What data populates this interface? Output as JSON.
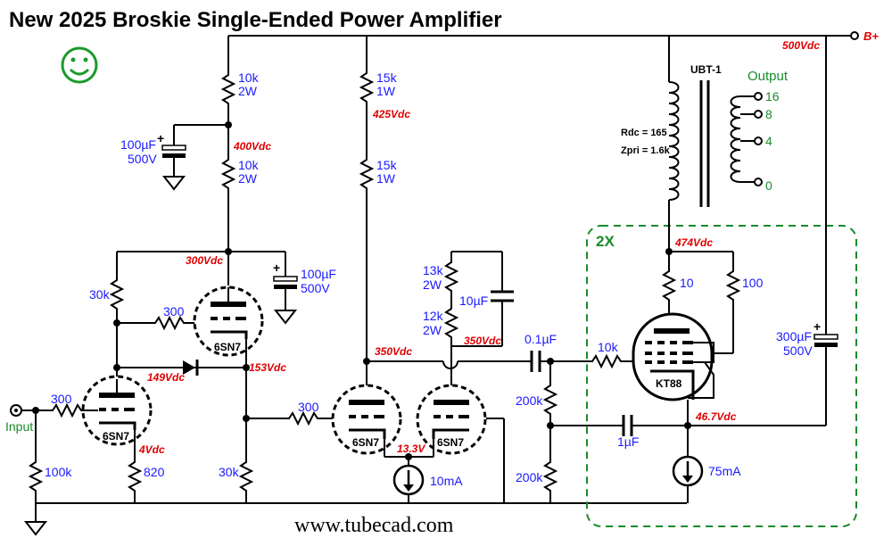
{
  "title": "New 2025 Broskie Single-Ended Power Amplifier",
  "website": "www.tubecad.com",
  "supply": {
    "label": "B+",
    "voltage": "500Vdc"
  },
  "transformer": {
    "name": "UBT-1",
    "rdc": "Rdc = 165",
    "zpri": "Zpri = 1.6k"
  },
  "output": {
    "label": "Output",
    "taps": [
      "16",
      "8",
      "4",
      "0"
    ]
  },
  "multiplier": "2X",
  "input_label": "Input",
  "tubes": {
    "v1": "6SN7",
    "v2": "6SN7",
    "v3": "6SN7",
    "v4": "6SN7",
    "power": "KT88"
  },
  "components": {
    "r_top1": [
      "10k",
      "2W"
    ],
    "r_top2": [
      "10k",
      "2W"
    ],
    "c_filter1": [
      "100µF",
      "500V"
    ],
    "c_filter2": [
      "100µF",
      "500V"
    ],
    "r_mid1": [
      "15k",
      "1W"
    ],
    "r_mid2": [
      "15k",
      "1W"
    ],
    "r_30k_top": "30k",
    "r_300_grid": "300",
    "r_300_input": "300",
    "r_100k": "100k",
    "r_820": "820",
    "r_30k_bottom": "30k",
    "r_300_diff": "300",
    "r_13k": [
      "13k",
      "2W"
    ],
    "r_12k": [
      "12k",
      "2W"
    ],
    "c_10uf": "10µF",
    "c_coupling": "0.1µF",
    "r_200k_top": "200k",
    "r_200k_bottom": "200k",
    "ccs_10ma": "10mA",
    "r_10k_grid": "10k",
    "c_1uf": "1µF",
    "r_10": "10",
    "r_100": "100",
    "c_300uf": [
      "300µF",
      "500V"
    ],
    "ccs_75ma": "75mA"
  },
  "voltages": {
    "v425": "425Vdc",
    "v400": "400Vdc",
    "v300": "300Vdc",
    "v149": "149Vdc",
    "v153": "153Vdc",
    "v4": "4Vdc",
    "v350a": "350Vdc",
    "v350b": "350Vdc",
    "v13_3": "13.3V",
    "v474": "474Vdc",
    "v46_7": "46.7Vdc"
  }
}
